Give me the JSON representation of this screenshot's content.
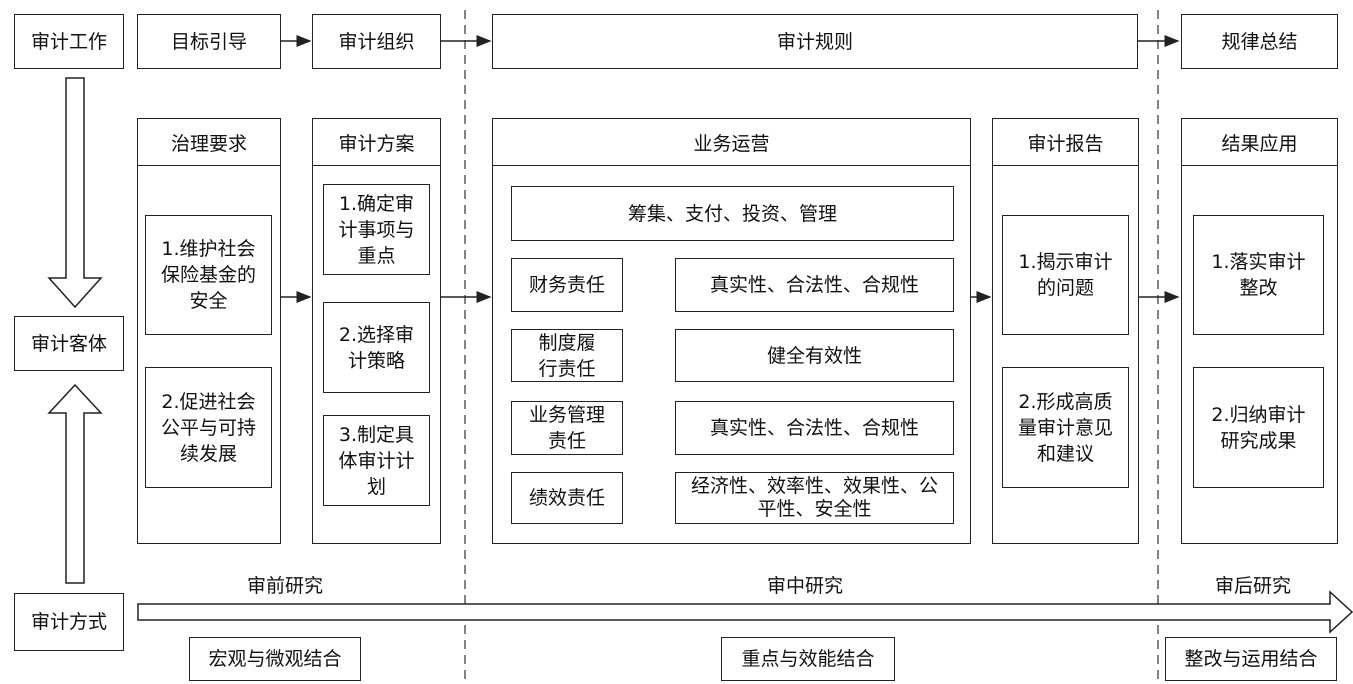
{
  "left_column": {
    "work": "审计工作",
    "object": "审计客体",
    "method": "审计方式"
  },
  "top_row": {
    "goal": "目标引导",
    "org": "审计组织",
    "rules": "审计规则",
    "summary": "规律总结"
  },
  "governance": {
    "title": "治理要求",
    "items": [
      "1.维护社会保险基金的安全",
      "2.促进社会公平与可持续发展"
    ]
  },
  "plan": {
    "title": "审计方案",
    "items": [
      "1.确定审计事项与重点",
      "2.选择审计策略",
      "3.制定具体审计计划"
    ]
  },
  "operation": {
    "title": "业务运营",
    "top": "筹集、支付、投资、管理",
    "rows": [
      {
        "left": "财务责任",
        "right": "真实性、合法性、合规性"
      },
      {
        "left": "制度履行责任",
        "right": "健全有效性"
      },
      {
        "left": "业务管理责任",
        "right": "真实性、合法性、合规性"
      },
      {
        "left": "绩效责任",
        "right": "经济性、效率性、效果性、公平性、安全性"
      }
    ]
  },
  "report": {
    "title": "审计报告",
    "items": [
      "1.揭示审计的问题",
      "2.形成高质量审计意见和建议"
    ]
  },
  "result": {
    "title": "结果应用",
    "items": [
      "1.落实审计整改",
      "2.归纳审计研究成果"
    ]
  },
  "phases": {
    "pre": "审前研究",
    "mid": "审中研究",
    "post": "审后研究"
  },
  "combinations": {
    "pre": "宏观与微观结合",
    "mid": "重点与效能结合",
    "post": "整改与运用结合"
  }
}
